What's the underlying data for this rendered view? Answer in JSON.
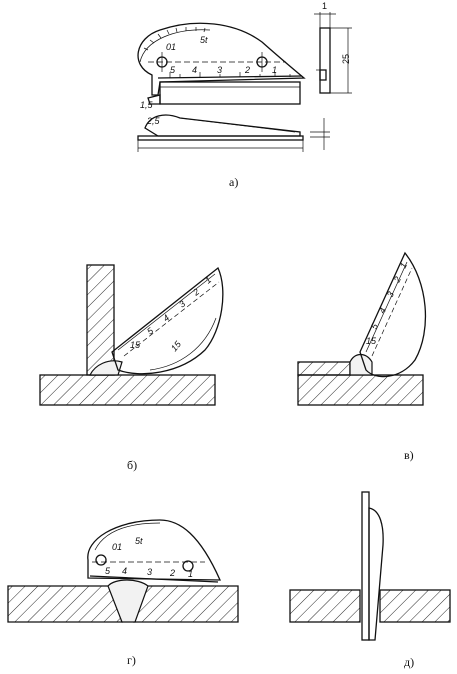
{
  "labels": {
    "a": "а)",
    "b": "б)",
    "v": "в)",
    "g": "г)",
    "d": "д)"
  },
  "gauge_a": {
    "scale": [
      "5",
      "4",
      "3",
      "2",
      "1"
    ],
    "arc_marks": [
      "01",
      "5t"
    ],
    "dim_width": "25"
  },
  "gauge_b": {
    "scale": [
      "15",
      "5",
      "4",
      "3",
      "2",
      "1"
    ],
    "arc_marks": [
      "15"
    ]
  },
  "gauge_v": {
    "scale": [
      "15",
      "5",
      "4",
      "3",
      "2",
      "1"
    ]
  },
  "gauge_g": {
    "scale": [
      "5",
      "4",
      "3",
      "2",
      "1"
    ],
    "arc_marks": [
      "01",
      "5t"
    ]
  }
}
